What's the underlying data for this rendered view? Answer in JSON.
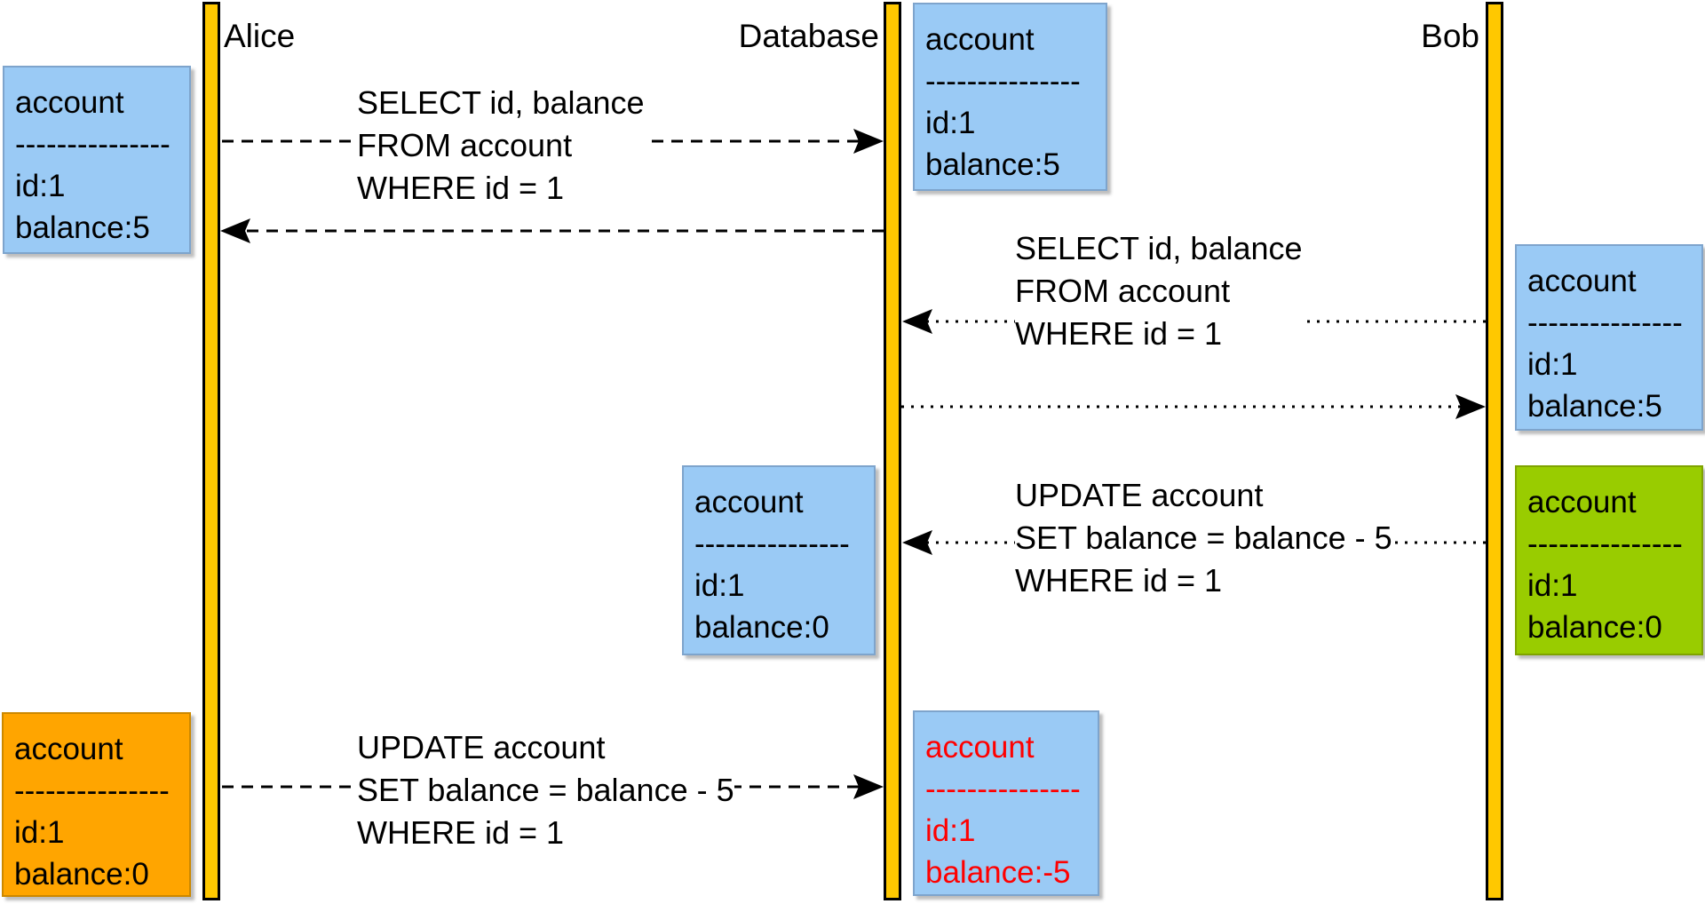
{
  "diagram": {
    "type": "sequence-diagram",
    "actors": [
      {
        "id": "alice",
        "name": "Alice"
      },
      {
        "id": "database",
        "name": "Database"
      },
      {
        "id": "bob",
        "name": "Bob"
      }
    ],
    "messages": [
      {
        "id": "alice-select",
        "from": "Alice",
        "to": "Database",
        "line_style": "dashed",
        "text": "SELECT id, balance\nFROM account\nWHERE id = 1"
      },
      {
        "id": "alice-select-return",
        "from": "Database",
        "to": "Alice",
        "line_style": "dashed",
        "text": ""
      },
      {
        "id": "bob-select",
        "from": "Bob",
        "to": "Database",
        "line_style": "dotted",
        "text": "SELECT id, balance\nFROM account\nWHERE id = 1"
      },
      {
        "id": "bob-select-return",
        "from": "Database",
        "to": "Bob",
        "line_style": "dotted",
        "text": ""
      },
      {
        "id": "bob-update",
        "from": "Bob",
        "to": "Database",
        "line_style": "dotted",
        "text": "UPDATE account\nSET balance = balance - 5\nWHERE id = 1"
      },
      {
        "id": "alice-update",
        "from": "Alice",
        "to": "Database",
        "line_style": "dashed",
        "text": "UPDATE account\nSET balance = balance - 5\nWHERE id = 1"
      }
    ],
    "notes": [
      {
        "id": "alice-read-state",
        "owner": "Alice",
        "fill": "#9acaf5",
        "text_color": "#000000",
        "lines": [
          "account",
          "---------------",
          "id:1",
          "balance:5"
        ]
      },
      {
        "id": "db-initial-state",
        "owner": "Database",
        "fill": "#9acaf5",
        "text_color": "#000000",
        "lines": [
          "account",
          "---------------",
          "id:1",
          "balance:5"
        ]
      },
      {
        "id": "bob-read-state",
        "owner": "Bob",
        "fill": "#9acaf5",
        "text_color": "#000000",
        "lines": [
          "account",
          "---------------",
          "id:1",
          "balance:5"
        ]
      },
      {
        "id": "db-after-bob-update",
        "owner": "Database",
        "fill": "#9acaf5",
        "text_color": "#000000",
        "lines": [
          "account",
          "---------------",
          "id:1",
          "balance:0"
        ]
      },
      {
        "id": "bob-after-update",
        "owner": "Bob",
        "fill": "#99cc00",
        "text_color": "#000000",
        "lines": [
          "account",
          "---------------",
          "id:1",
          "balance:0"
        ]
      },
      {
        "id": "alice-after-update",
        "owner": "Alice",
        "fill": "#ffa500",
        "text_color": "#000000",
        "lines": [
          "account",
          "---------------",
          "id:1",
          "balance:0"
        ]
      },
      {
        "id": "db-final-error-state",
        "owner": "Database",
        "fill": "#9acaf5",
        "text_color": "#ff0000",
        "lines": [
          "account",
          "---------------",
          "id:1",
          "balance:-5"
        ]
      }
    ],
    "colors": {
      "lifeline_fill": "#ffc800",
      "lifeline_border": "#000000",
      "note_blue": "#9acaf5",
      "note_green": "#99cc00",
      "note_orange": "#ffa500",
      "error_text": "#ff0000",
      "line": "#000000",
      "background": "#ffffff"
    }
  }
}
